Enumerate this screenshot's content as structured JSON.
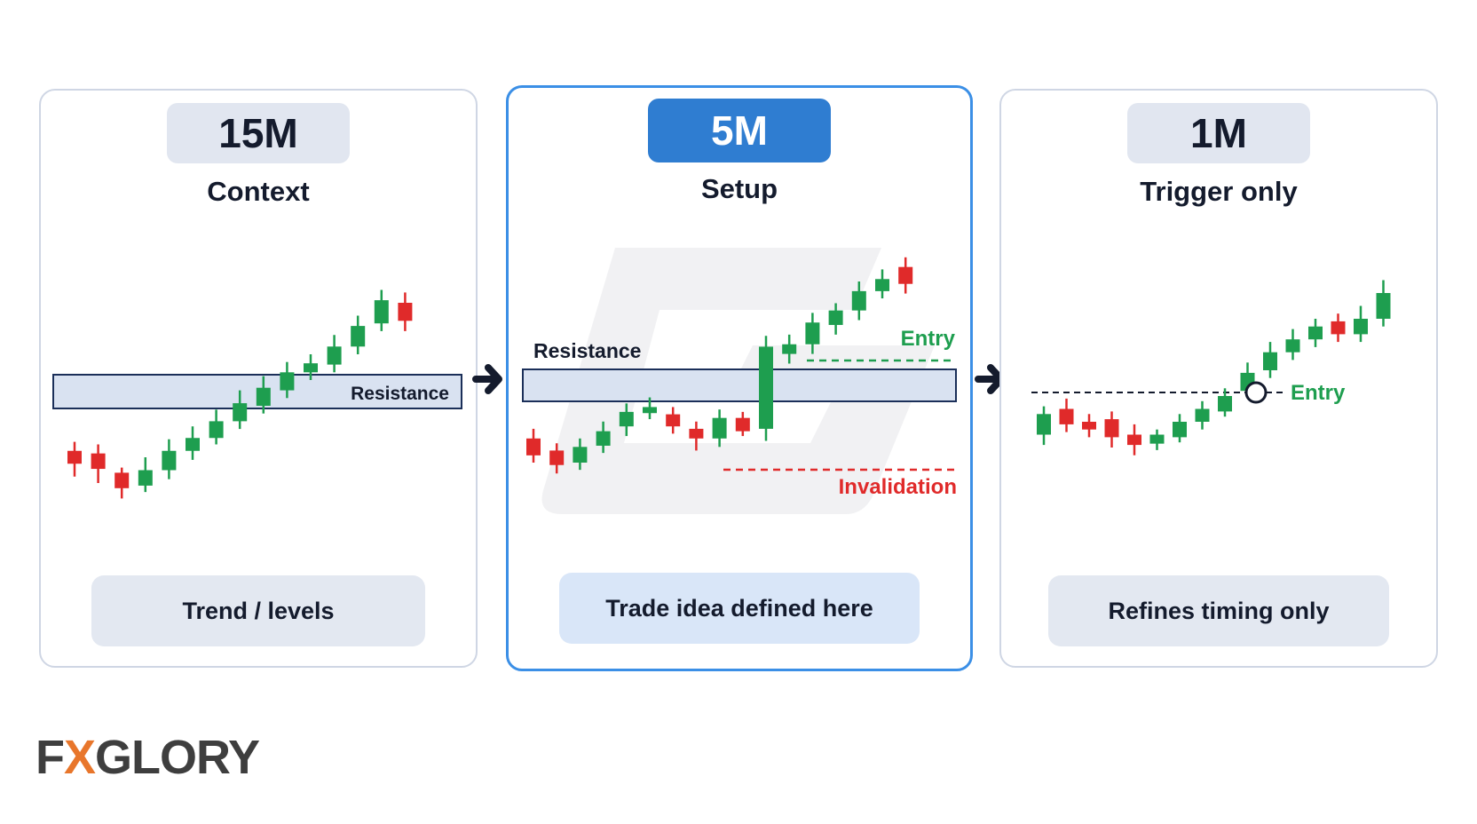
{
  "panels": [
    {
      "timeframe": "15M",
      "subtitle": "Context",
      "footer": "Trend / levels",
      "zone_label": "Resistance",
      "candles": [
        {
          "o": 55,
          "c": 65,
          "h": 72,
          "l": 45,
          "dir": "down"
        },
        {
          "o": 63,
          "c": 51,
          "h": 70,
          "l": 40,
          "dir": "down"
        },
        {
          "o": 48,
          "c": 36,
          "h": 52,
          "l": 28,
          "dir": "down"
        },
        {
          "o": 38,
          "c": 50,
          "h": 60,
          "l": 33,
          "dir": "up"
        },
        {
          "o": 50,
          "c": 65,
          "h": 74,
          "l": 43,
          "dir": "up"
        },
        {
          "o": 65,
          "c": 75,
          "h": 84,
          "l": 58,
          "dir": "up"
        },
        {
          "o": 75,
          "c": 88,
          "h": 97,
          "l": 70,
          "dir": "up"
        },
        {
          "o": 88,
          "c": 102,
          "h": 112,
          "l": 82,
          "dir": "up"
        },
        {
          "o": 100,
          "c": 114,
          "h": 123,
          "l": 94,
          "dir": "up"
        },
        {
          "o": 112,
          "c": 126,
          "h": 134,
          "l": 106,
          "dir": "up"
        },
        {
          "o": 126,
          "c": 133,
          "h": 140,
          "l": 120,
          "dir": "up"
        },
        {
          "o": 132,
          "c": 146,
          "h": 155,
          "l": 126,
          "dir": "up"
        },
        {
          "o": 146,
          "c": 162,
          "h": 170,
          "l": 140,
          "dir": "up"
        },
        {
          "o": 164,
          "c": 182,
          "h": 190,
          "l": 158,
          "dir": "up"
        },
        {
          "o": 180,
          "c": 166,
          "h": 188,
          "l": 158,
          "dir": "down"
        }
      ]
    },
    {
      "timeframe": "5M",
      "subtitle": "Setup",
      "footer": "Trade idea defined here",
      "zone_label": "Resistance",
      "entry_label": "Entry",
      "invalidation_label": "Invalidation",
      "candles": [
        {
          "o": 56,
          "c": 70,
          "h": 78,
          "l": 50,
          "dir": "down"
        },
        {
          "o": 60,
          "c": 48,
          "h": 66,
          "l": 41,
          "dir": "down"
        },
        {
          "o": 50,
          "c": 63,
          "h": 70,
          "l": 44,
          "dir": "up"
        },
        {
          "o": 64,
          "c": 76,
          "h": 84,
          "l": 58,
          "dir": "up"
        },
        {
          "o": 80,
          "c": 92,
          "h": 99,
          "l": 72,
          "dir": "up"
        },
        {
          "o": 91,
          "c": 96,
          "h": 104,
          "l": 86,
          "dir": "up"
        },
        {
          "o": 90,
          "c": 80,
          "h": 96,
          "l": 74,
          "dir": "down"
        },
        {
          "o": 78,
          "c": 70,
          "h": 84,
          "l": 60,
          "dir": "down"
        },
        {
          "o": 70,
          "c": 87,
          "h": 94,
          "l": 63,
          "dir": "up"
        },
        {
          "o": 87,
          "c": 76,
          "h": 92,
          "l": 72,
          "dir": "down"
        },
        {
          "o": 78,
          "c": 146,
          "h": 155,
          "l": 68,
          "dir": "up"
        },
        {
          "o": 140,
          "c": 148,
          "h": 156,
          "l": 132,
          "dir": "up"
        },
        {
          "o": 148,
          "c": 166,
          "h": 174,
          "l": 140,
          "dir": "up"
        },
        {
          "o": 164,
          "c": 176,
          "h": 182,
          "l": 156,
          "dir": "up"
        },
        {
          "o": 176,
          "c": 192,
          "h": 200,
          "l": 168,
          "dir": "up"
        },
        {
          "o": 192,
          "c": 202,
          "h": 210,
          "l": 186,
          "dir": "up"
        },
        {
          "o": 212,
          "c": 198,
          "h": 220,
          "l": 190,
          "dir": "down"
        }
      ]
    },
    {
      "timeframe": "1M",
      "subtitle": "Trigger only",
      "footer": "Refines timing only",
      "entry_label": "Entry",
      "candles": [
        {
          "o": 50,
          "c": 66,
          "h": 72,
          "l": 42,
          "dir": "up"
        },
        {
          "o": 70,
          "c": 58,
          "h": 78,
          "l": 52,
          "dir": "down"
        },
        {
          "o": 60,
          "c": 54,
          "h": 66,
          "l": 48,
          "dir": "down"
        },
        {
          "o": 62,
          "c": 48,
          "h": 68,
          "l": 40,
          "dir": "down"
        },
        {
          "o": 50,
          "c": 42,
          "h": 58,
          "l": 34,
          "dir": "down"
        },
        {
          "o": 43,
          "c": 50,
          "h": 54,
          "l": 38,
          "dir": "up"
        },
        {
          "o": 48,
          "c": 60,
          "h": 66,
          "l": 44,
          "dir": "up"
        },
        {
          "o": 60,
          "c": 70,
          "h": 76,
          "l": 54,
          "dir": "up"
        },
        {
          "o": 68,
          "c": 80,
          "h": 86,
          "l": 64,
          "dir": "up"
        },
        {
          "o": 84,
          "c": 98,
          "h": 106,
          "l": 80,
          "dir": "up"
        },
        {
          "o": 100,
          "c": 114,
          "h": 122,
          "l": 94,
          "dir": "up"
        },
        {
          "o": 114,
          "c": 124,
          "h": 132,
          "l": 108,
          "dir": "up"
        },
        {
          "o": 124,
          "c": 134,
          "h": 140,
          "l": 118,
          "dir": "up"
        },
        {
          "o": 138,
          "c": 128,
          "h": 144,
          "l": 122,
          "dir": "down"
        },
        {
          "o": 128,
          "c": 140,
          "h": 150,
          "l": 122,
          "dir": "up"
        },
        {
          "o": 140,
          "c": 160,
          "h": 170,
          "l": 134,
          "dir": "up"
        }
      ]
    }
  ],
  "logo": {
    "prefix": "F",
    "accent": "X",
    "suffix": "GLORY"
  },
  "colors": {
    "up": "#1e9e4f",
    "down": "#e02a2a",
    "zone": "#d9e2f1",
    "zone_line": "#1b2f59",
    "invalid": "#e02a2a",
    "entry": "#1e9e4f"
  }
}
